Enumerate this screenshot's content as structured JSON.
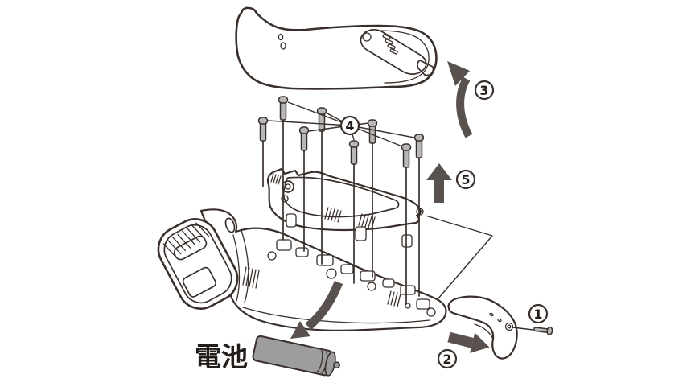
{
  "diagram": {
    "battery_label": "電池",
    "steps": [
      {
        "label": "1"
      },
      {
        "label": "2"
      },
      {
        "label": "3"
      },
      {
        "label": "4"
      },
      {
        "label": "5"
      }
    ],
    "colors": {
      "line": "#392f2b",
      "arrow": "#59514e",
      "battery_fill": "#9d9d9d",
      "screw_fill": "#b7b7b7",
      "badge_fill": "#ffffff",
      "background": "#ffffff",
      "label_color": "#241e1b"
    }
  }
}
